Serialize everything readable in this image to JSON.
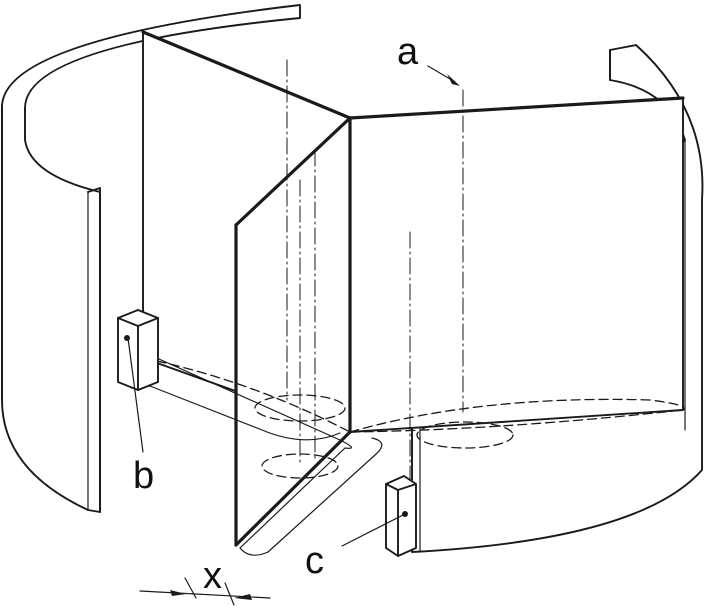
{
  "labels": {
    "a": "a",
    "b": "b",
    "c": "c",
    "x": "x"
  },
  "colors": {
    "ink": "#1a1a1a",
    "background": "#ffffff"
  }
}
